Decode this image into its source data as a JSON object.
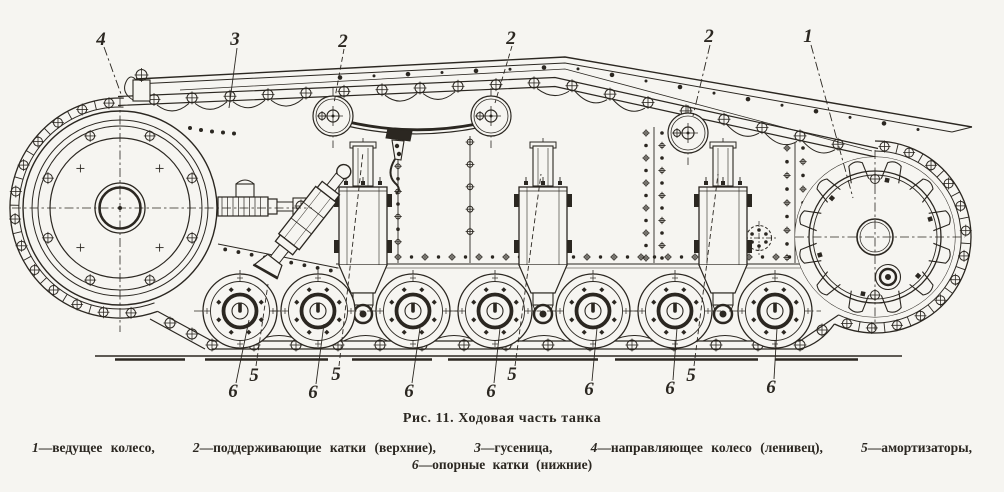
{
  "figure": {
    "caption": "Рис. 11. Ходовая часть танка"
  },
  "legend": {
    "items": [
      {
        "num": "1",
        "text": "—ведущее колесо,"
      },
      {
        "num": "2",
        "text": "—поддерживающие катки (верхние),"
      },
      {
        "num": "3",
        "text": "—гусеница,"
      },
      {
        "num": "4",
        "text": "—направляющее колесо (ленивец),"
      },
      {
        "num": "5",
        "text": "—амортизаторы,"
      },
      {
        "num": "6",
        "text": "—опорные катки (нижние)"
      }
    ]
  },
  "callouts": [
    {
      "label": "4",
      "part": "направляющее колесо (ленивец)"
    },
    {
      "label": "3",
      "part": "гусеница"
    },
    {
      "label": "2",
      "part": "поддерживающий каток"
    },
    {
      "label": "2",
      "part": "поддерживающий каток"
    },
    {
      "label": "2",
      "part": "поддерживающий каток"
    },
    {
      "label": "1",
      "part": "ведущее колесо"
    },
    {
      "label": "6",
      "part": "опорный каток"
    },
    {
      "label": "5",
      "part": "амортизатор"
    },
    {
      "label": "6",
      "part": "опорный каток"
    },
    {
      "label": "5",
      "part": "амортизатор"
    },
    {
      "label": "6",
      "part": "опорный каток"
    },
    {
      "label": "6",
      "part": "опорный каток"
    },
    {
      "label": "5",
      "part": "амортизатор"
    },
    {
      "label": "6",
      "part": "опорный каток"
    },
    {
      "label": "6",
      "part": "опорный каток"
    },
    {
      "label": "5",
      "part": "амортизатор"
    },
    {
      "label": "6",
      "part": "опорный каток"
    }
  ],
  "colors": {
    "paper": "#f6f5f1",
    "ink": "#2b2721"
  }
}
